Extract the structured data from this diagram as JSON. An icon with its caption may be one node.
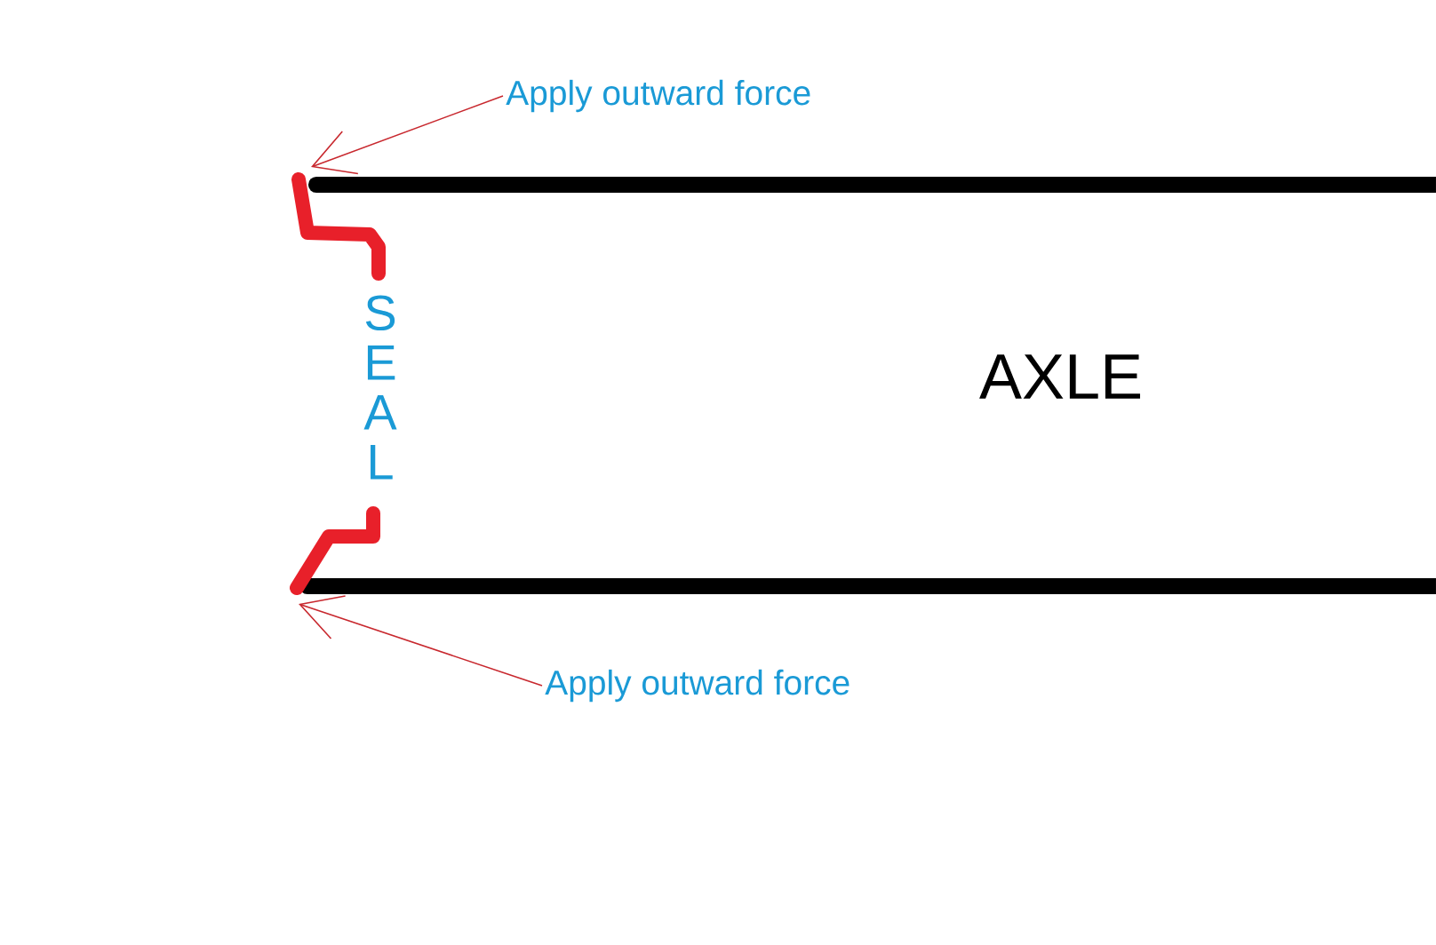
{
  "diagram": {
    "nodes": [
      {
        "text": [
          "Apply outward force"
        ]
      },
      {
        "text": [
          "SEAL"
        ]
      },
      {
        "text": [
          "Apply outward force"
        ]
      }
    ],
    "edges": [
      {
        "from": 0,
        "to": 1,
        "arrow": "to"
      },
      {
        "from": 2,
        "to": 1,
        "arrow": "to"
      }
    ],
    "labels": [
      "AXLE"
    ]
  }
}
